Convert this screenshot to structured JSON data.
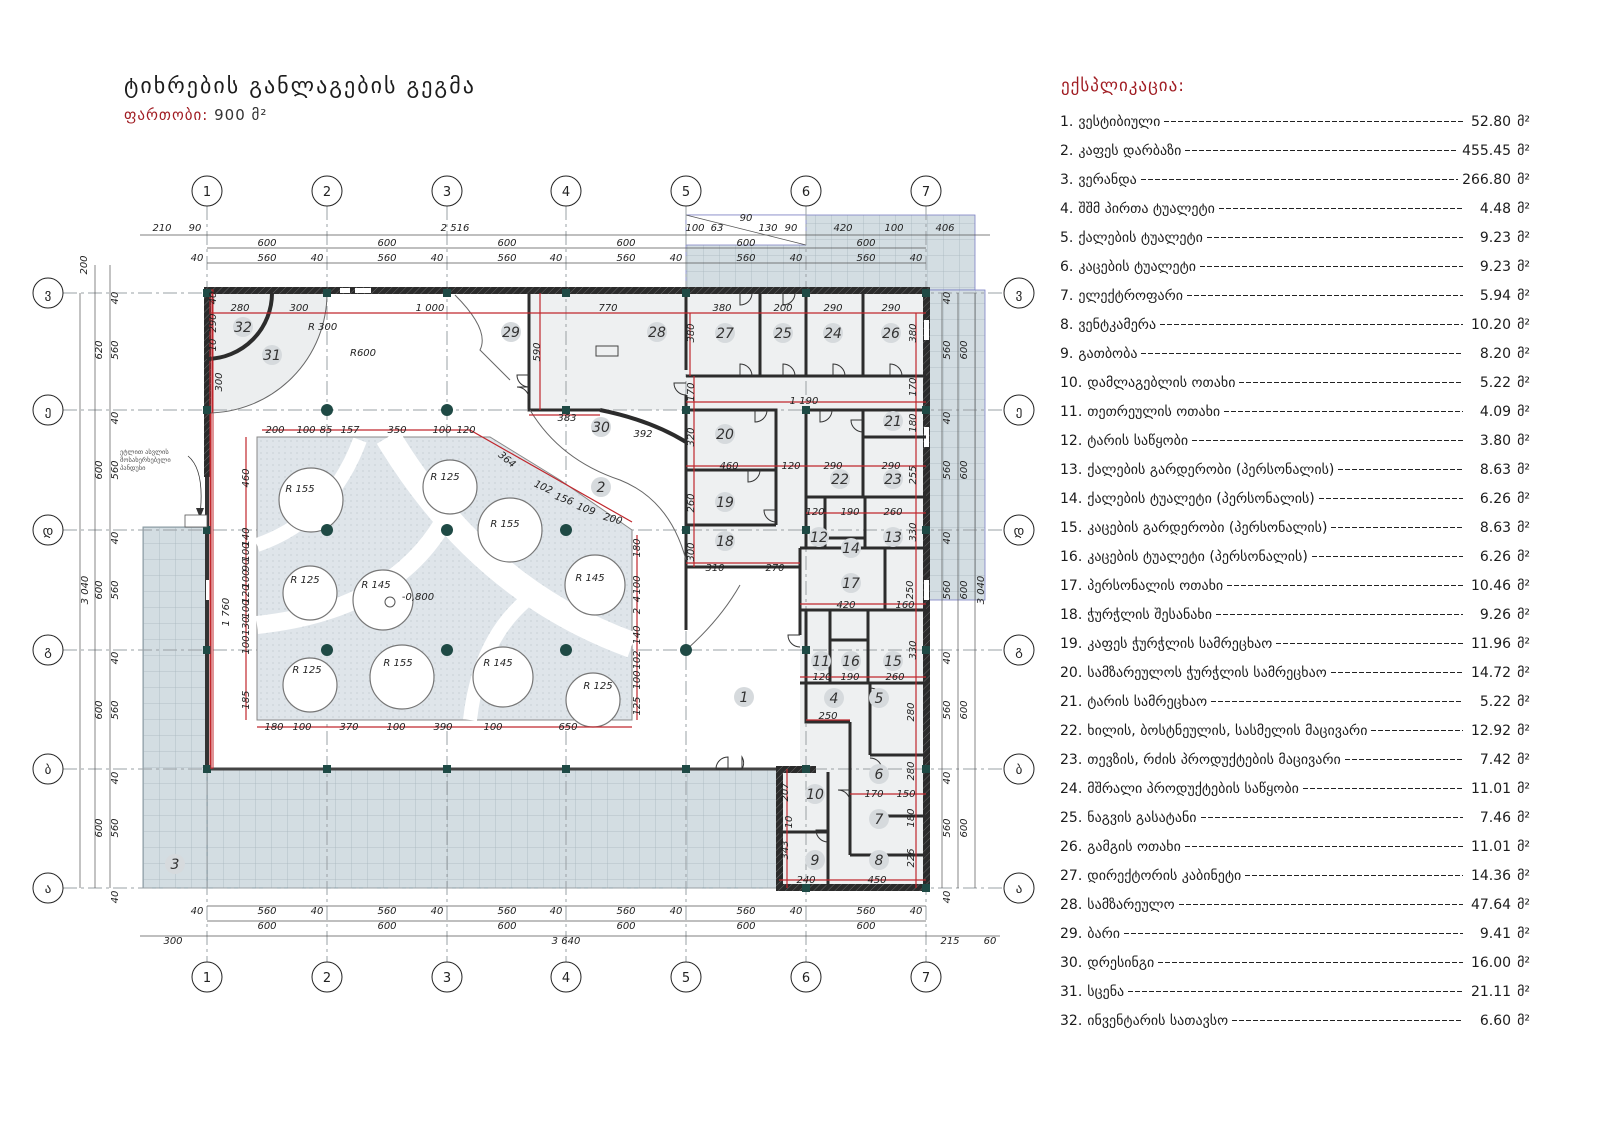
{
  "header": {
    "title": "ტიხრების განლაგების გეგმა",
    "area_label": "ფართობი:",
    "area_value": "900 მ²"
  },
  "legend": {
    "title": "ექსპლიკაცია:",
    "unit": "მ²",
    "items": [
      {
        "num": "1.",
        "name": "ვესტიბიული",
        "area": "52.80"
      },
      {
        "num": "2.",
        "name": "კაფეს დარბაზი",
        "area": "455.45"
      },
      {
        "num": "3.",
        "name": "ვერანდა",
        "area": "266.80"
      },
      {
        "num": "4.",
        "name": "შშმ პირთა ტუალეტი",
        "area": "4.48"
      },
      {
        "num": "5.",
        "name": "ქალების ტუალეტი",
        "area": "9.23"
      },
      {
        "num": "6.",
        "name": "კაცების ტუალეტი",
        "area": "9.23"
      },
      {
        "num": "7.",
        "name": "ელექტროფარი",
        "area": "5.94"
      },
      {
        "num": "8.",
        "name": "ვენტკამერა",
        "area": "10.20"
      },
      {
        "num": "9.",
        "name": "გათბობა",
        "area": "8.20"
      },
      {
        "num": "10.",
        "name": "დამლაგებლის ოთახი",
        "area": "5.22"
      },
      {
        "num": "11.",
        "name": "თეთრეულის ოთახი",
        "area": "4.09"
      },
      {
        "num": "12.",
        "name": "ტარის საწყობი",
        "area": "3.80"
      },
      {
        "num": "13.",
        "name": "ქალების გარდერობი (პერსონალის)",
        "area": "8.63"
      },
      {
        "num": "14.",
        "name": "ქალების ტუალეტი (პერსონალის)",
        "area": "6.26"
      },
      {
        "num": "15.",
        "name": "კაცების გარდერობი (პერსონალის)",
        "area": "8.63"
      },
      {
        "num": "16.",
        "name": "კაცების ტუალეტი (პერსონალის)",
        "area": "6.26"
      },
      {
        "num": "17.",
        "name": "პერსონალის ოთახი",
        "area": "10.46"
      },
      {
        "num": "18.",
        "name": "ჭურჭლის შესანახი",
        "area": "9.26"
      },
      {
        "num": "19.",
        "name": "კაფეს ჭურჭლის სამრეცხაო",
        "area": "11.96"
      },
      {
        "num": "20.",
        "name": "სამზარეულოს ჭურჭლის სამრეცხაო",
        "area": "14.72"
      },
      {
        "num": "21.",
        "name": "ტარის სამრეცხაო",
        "area": "5.22"
      },
      {
        "num": "22.",
        "name": "ხილის, ბოსტნეულის, სასმელის მაცივარი",
        "area": "12.92"
      },
      {
        "num": "23.",
        "name": "თევზის, რძის პროდუქტების მაცივარი",
        "area": "7.42"
      },
      {
        "num": "24.",
        "name": "მშრალი პროდუქტების საწყობი",
        "area": "11.01"
      },
      {
        "num": "25.",
        "name": "ნაგვის გასატანი",
        "area": "7.46"
      },
      {
        "num": "26.",
        "name": "გამგის ოთახი",
        "area": "11.01"
      },
      {
        "num": "27.",
        "name": "დირექტორის კაბინეტი",
        "area": "14.36"
      },
      {
        "num": "28.",
        "name": "სამზარეულო",
        "area": "47.64"
      },
      {
        "num": "29.",
        "name": "ბარი",
        "area": "9.41"
      },
      {
        "num": "30.",
        "name": "დრესინგი",
        "area": "16.00"
      },
      {
        "num": "31.",
        "name": "სცენა",
        "area": "21.11"
      },
      {
        "num": "32.",
        "name": "ინვენტარის სათავსო",
        "area": "6.60"
      }
    ]
  },
  "grid": {
    "columns": [
      "1",
      "2",
      "3",
      "4",
      "5",
      "6",
      "7"
    ],
    "rows": [
      "ვ",
      "ე",
      "დ",
      "გ",
      "ბ",
      "ა"
    ]
  },
  "rooms": [
    "1",
    "2",
    "3",
    "4",
    "5",
    "6",
    "7",
    "8",
    "9",
    "10",
    "11",
    "12",
    "13",
    "14",
    "15",
    "16",
    "17",
    "18",
    "19",
    "20",
    "21",
    "22",
    "23",
    "24",
    "25",
    "26",
    "27",
    "28",
    "29",
    "30",
    "31",
    "32"
  ],
  "note": {
    "lines": [
      "ეტლით ასვლის",
      "მოსახერხებელი",
      "პანდუსი"
    ]
  },
  "dims": {
    "top": [
      "210",
      "90",
      "2 516",
      "90",
      "100",
      "63",
      "130",
      "90",
      "420",
      "100",
      "406"
    ],
    "top600": [
      "600",
      "600",
      "600",
      "600",
      "600",
      "600"
    ],
    "top560": [
      "40",
      "560",
      "40",
      "560",
      "40",
      "560",
      "40",
      "560",
      "40",
      "560",
      "40",
      "560",
      "40"
    ],
    "bot560": [
      "40",
      "560",
      "40",
      "560",
      "40",
      "560",
      "40",
      "560",
      "40",
      "560",
      "40",
      "560",
      "40"
    ],
    "bot600": [
      "600",
      "600",
      "600",
      "600",
      "600",
      "600"
    ],
    "bottom": [
      "300",
      "3 640",
      "215",
      "60"
    ],
    "left560": [
      "40",
      "560",
      "40",
      "560",
      "40",
      "560",
      "40",
      "560",
      "40",
      "560",
      "40"
    ],
    "left600": [
      "200",
      "620",
      "600",
      "600",
      "3 040",
      "600",
      "600"
    ],
    "right560": [
      "40",
      "560",
      "40",
      "560",
      "40",
      "560",
      "40",
      "560",
      "40",
      "560",
      "40"
    ],
    "right600": [
      "600",
      "600",
      "600",
      "600",
      "600",
      "3 040"
    ],
    "interior": [
      "280",
      "300",
      "1 000",
      "770",
      "380",
      "200",
      "290",
      "290",
      "380",
      "380",
      "590",
      "170",
      "1 190",
      "170",
      "320",
      "460",
      "120",
      "290",
      "290",
      "180",
      "255",
      "260",
      "120",
      "190",
      "260",
      "330",
      "300",
      "310",
      "270",
      "420",
      "160",
      "250",
      "330",
      "120",
      "190",
      "260",
      "250",
      "280",
      "280",
      "170",
      "150",
      "180",
      "226",
      "207",
      "10",
      "343",
      "240",
      "450",
      "383",
      "392",
      "R 300",
      "R600",
      "40",
      "290",
      "10",
      "300",
      "1 760"
    ],
    "seating": [
      "200",
      "100",
      "85",
      "157",
      "350",
      "100",
      "120",
      "364",
      "102",
      "156",
      "109",
      "200",
      "460",
      "140",
      "100",
      "90",
      "100",
      "120",
      "100",
      "130",
      "100",
      "185",
      "180",
      "100",
      "4",
      "2",
      "140",
      "102",
      "100",
      "125",
      "180",
      "100",
      "370",
      "100",
      "390",
      "100",
      "650"
    ],
    "radii": [
      "R 155",
      "R 125",
      "R 155",
      "R 145",
      "R 125",
      "R 145",
      "R 125",
      "R 155",
      "R 145",
      "R 125",
      "-0,800"
    ]
  }
}
